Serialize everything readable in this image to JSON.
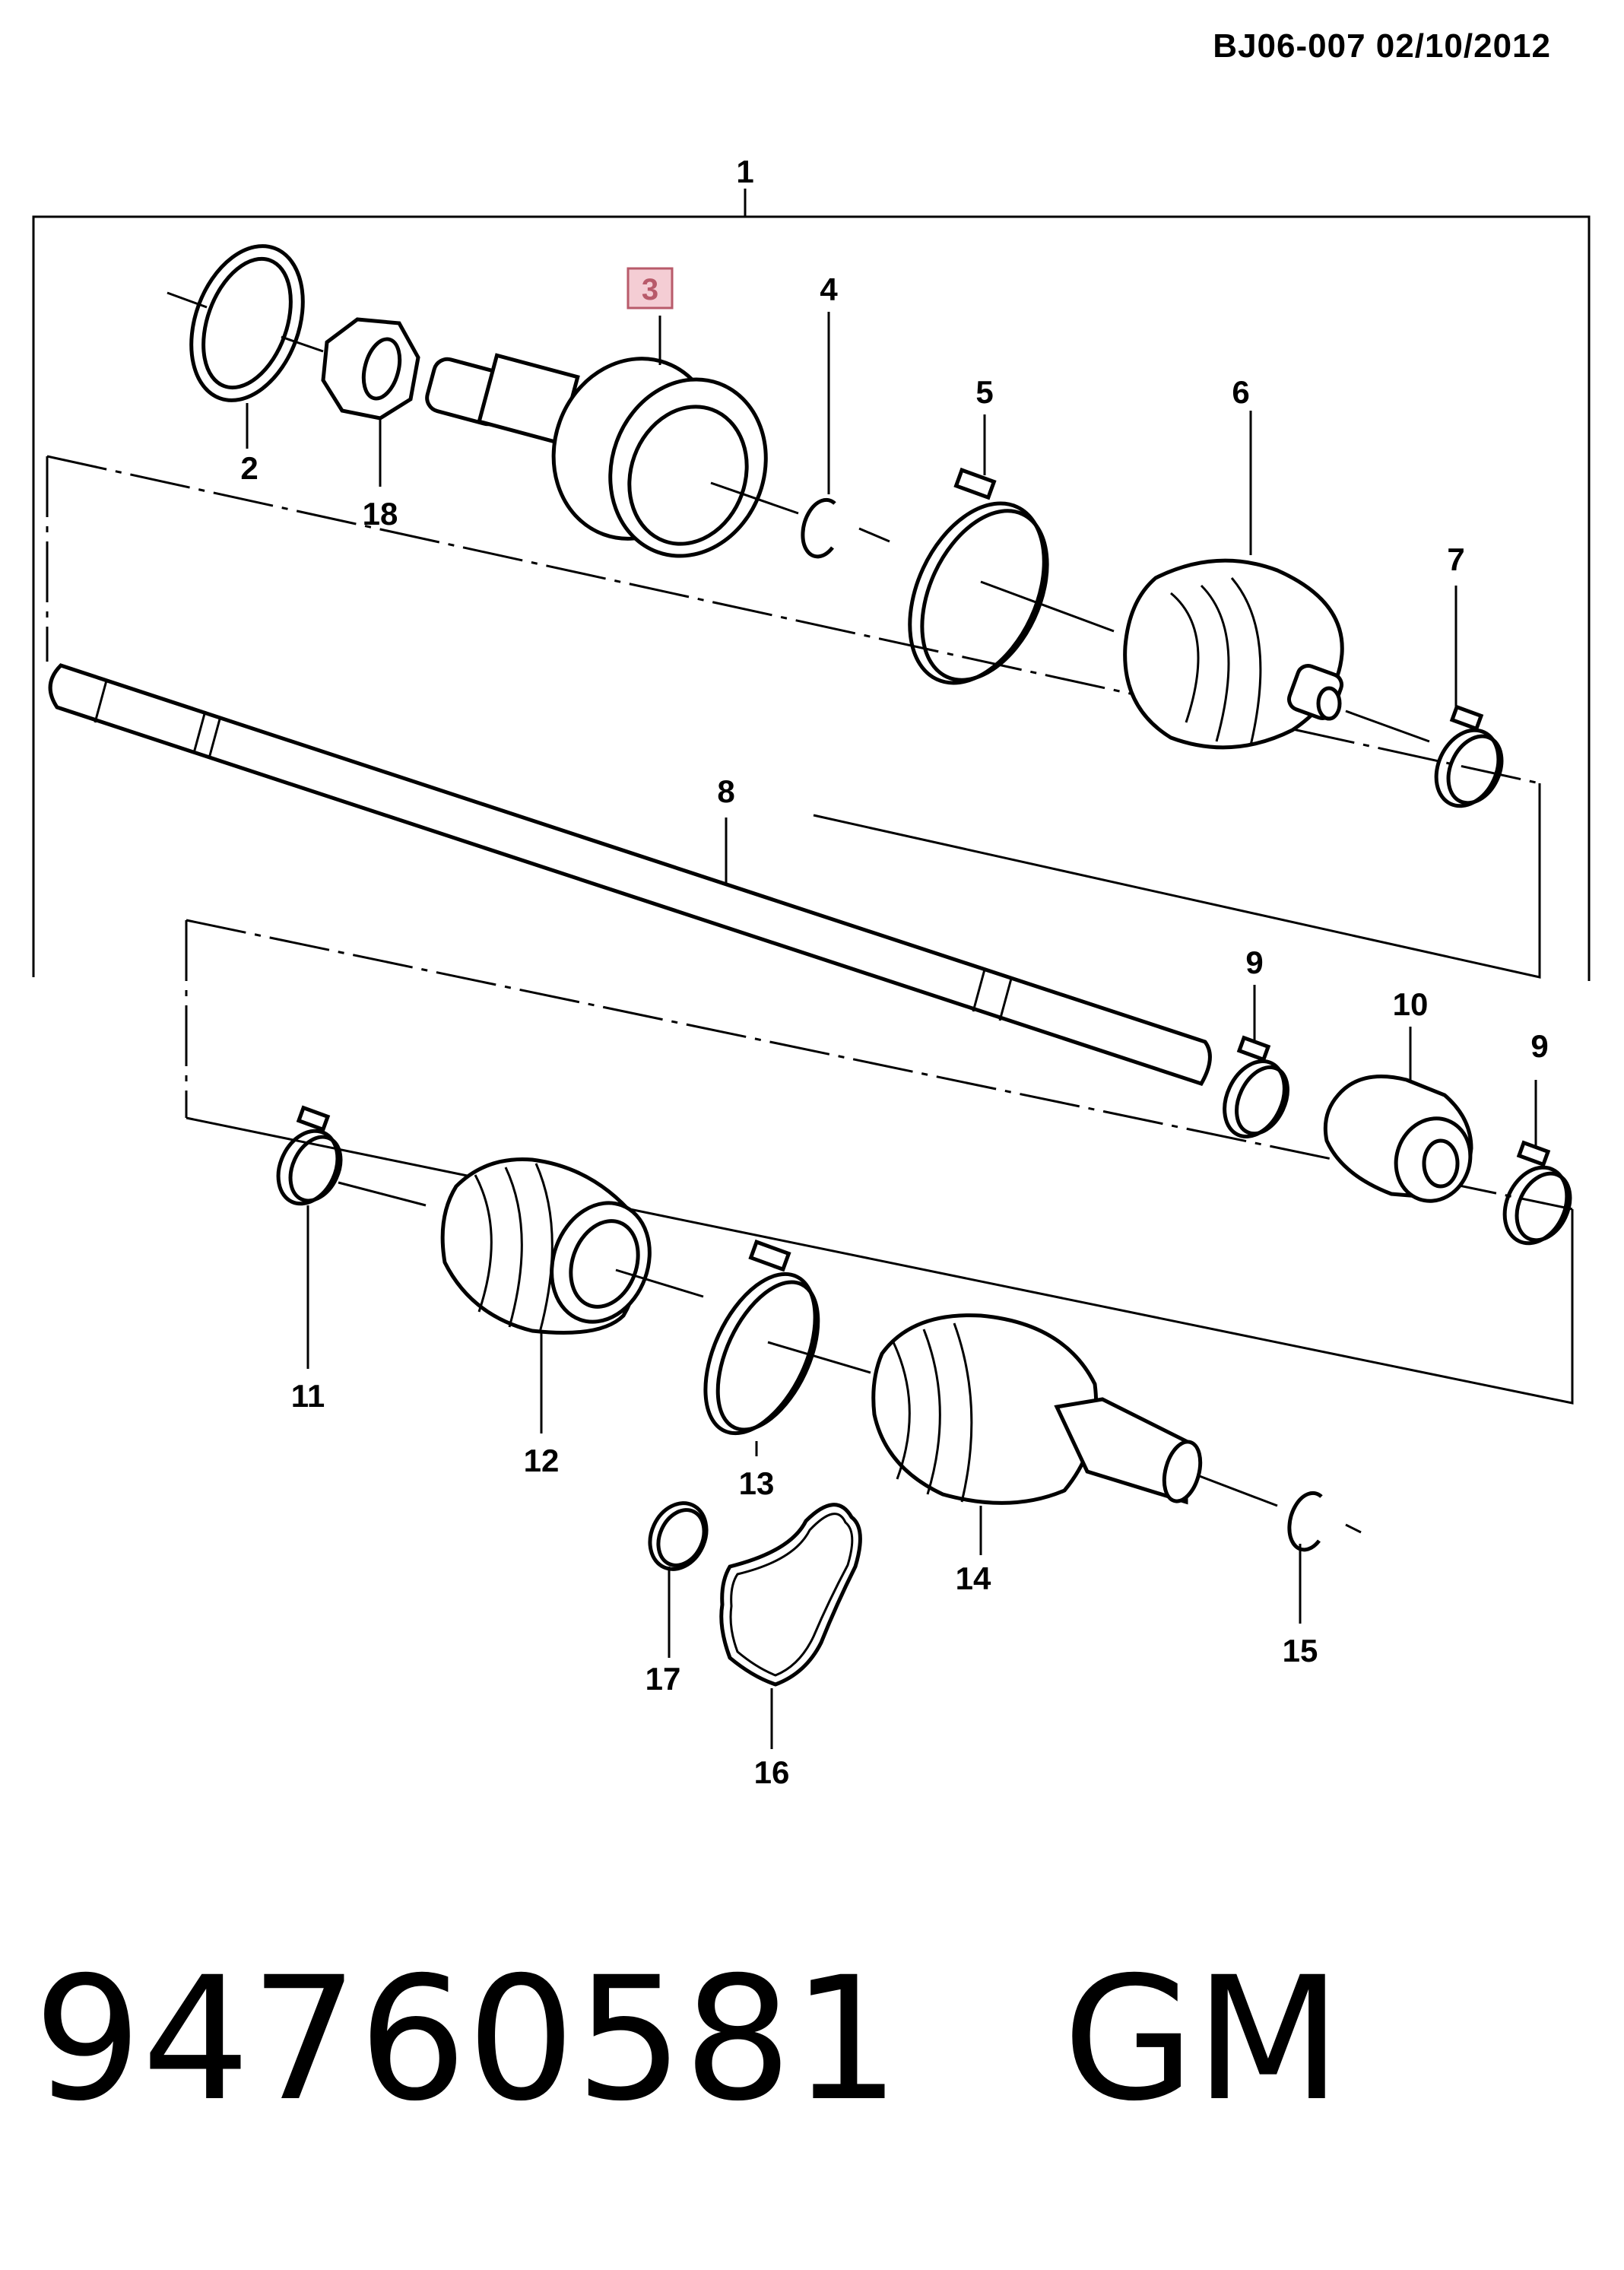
{
  "header": {
    "doc_ref": "BJ06-007  02/10/2012"
  },
  "footer": {
    "part_number": "94760581   GM"
  },
  "callouts": {
    "c1": "1",
    "c2": "2",
    "c3": "3",
    "c4": "4",
    "c5": "5",
    "c6": "6",
    "c7": "7",
    "c8": "8",
    "c9a": "9",
    "c9b": "9",
    "c10": "10",
    "c11": "11",
    "c12": "12",
    "c13": "13",
    "c14": "14",
    "c15": "15",
    "c16": "16",
    "c17": "17",
    "c18": "18"
  },
  "highlight_color": "#b85a6a",
  "highlight_fill": "#f4cdd4"
}
